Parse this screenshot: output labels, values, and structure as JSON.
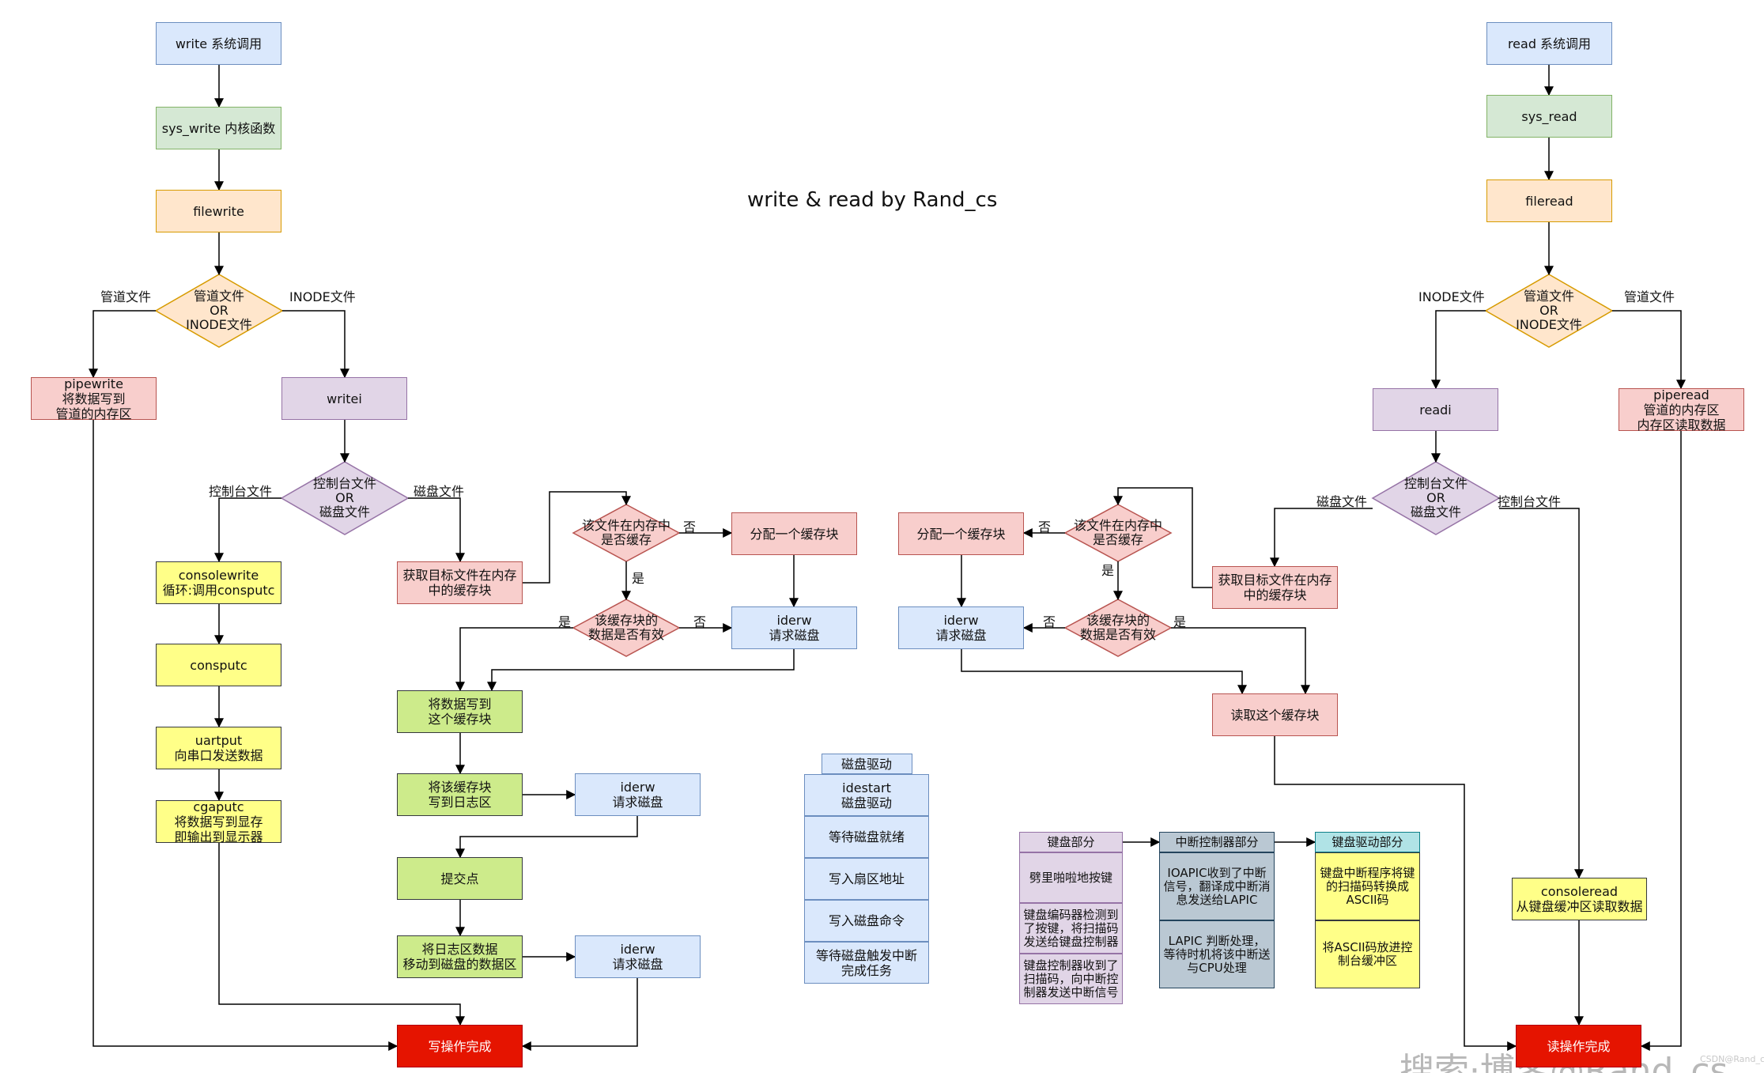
{
  "title": "write & read by Rand_cs",
  "colors": {
    "blue": "#dae8fc",
    "blue_border": "#6c8ebf",
    "green": "#d5e8d4",
    "green_border": "#82b366",
    "orange": "#ffe6cc",
    "orange_border": "#d79b00",
    "red": "#f8cecc",
    "red_border": "#b85450",
    "purple": "#e1d5e7",
    "purple_border": "#9673a6",
    "yellow": "#ffff88",
    "yellow_border": "#36393d",
    "lime": "#cdeb8b",
    "lime_border": "#36393d",
    "done": "#e51400",
    "done_border": "#b20000",
    "gray": "#bac8d3",
    "gray_border": "#23445d",
    "cyan": "#b0e3e6",
    "cyan_border": "#0e8088"
  },
  "nodes": {
    "write_syscall": "write 系统调用",
    "sys_write": "sys_write 内核函数",
    "filewrite": "filewrite",
    "w_type_decision": "管道文件\nOR\nINODE文件",
    "pipewrite": "pipewrite\n将数据写到\n管道的内存区",
    "writei": "writei",
    "w_dev_decision": "控制台文件\nOR\n磁盘文件",
    "consolewrite": "consolewrite\n循环:调用consputc",
    "consputc": "consputc",
    "uartput": "uartput\n向串口发送数据",
    "cgaputc": "cgaputc\n将数据写到显存\n即输出到显示器",
    "w_get_buf": "获取目标文件在内存\n中的缓存块",
    "w_cached_decision": "该文件在内存中\n是否缓存",
    "w_alloc_buf": "分配一个缓存块",
    "w_valid_decision": "该缓存块的\n数据是否有效",
    "w_iderw1": "iderw\n请求磁盘",
    "w_write_buf": "将数据写到\n这个缓存块",
    "w_write_log": "将该缓存块\n写到日志区",
    "w_iderw2": "iderw\n请求磁盘",
    "commit": "提交点",
    "w_move_log": "将日志区数据\n移动到磁盘的数据区",
    "w_iderw3": "iderw\n请求磁盘",
    "write_done": "写操作完成",
    "read_syscall": "read 系统调用",
    "sys_read": "sys_read",
    "fileread": "fileread",
    "r_type_decision": "管道文件\nOR\nINODE文件",
    "readi": "readi",
    "piperead": "piperead\n管道的内存区\n内存区读取数据",
    "r_dev_decision": "控制台文件\nOR\n磁盘文件",
    "r_get_buf": "获取目标文件在内存\n中的缓存块",
    "r_cached_decision": "该文件在内存中\n是否缓存",
    "r_alloc_buf": "分配一个缓存块",
    "r_valid_decision": "该缓存块的\n数据是否有效",
    "r_iderw": "iderw\n请求磁盘",
    "r_read_buf": "读取这个缓存块",
    "consoleread": "consoleread\n从键盘缓冲区读取数据",
    "read_done": "读操作完成"
  },
  "edge_labels": {
    "w_pipe": "管道文件",
    "w_inode": "INODE文件",
    "w_console": "控制台文件",
    "w_disk": "磁盘文件",
    "w_cached_no": "否",
    "w_cached_yes": "是",
    "w_valid_yes": "是",
    "w_valid_no": "否",
    "r_inode": "INODE文件",
    "r_pipe": "管道文件",
    "r_disk": "磁盘文件",
    "r_console": "控制台文件",
    "r_cached_no": "否",
    "r_cached_yes": "是",
    "r_valid_no": "否",
    "r_valid_yes": "是"
  },
  "disk_driver": {
    "header": "磁盘驱动",
    "items": [
      "idestart\n磁盘驱动",
      "等待磁盘就绪",
      "写入扇区地址",
      "写入磁盘命令",
      "等待磁盘触发中断\n完成任务"
    ]
  },
  "keyboard": {
    "header": "键盘部分",
    "items": [
      "劈里啪啦地按键",
      "键盘编码器检测到\n了按键，将扫描码\n发送给键盘控制器",
      "键盘控制器收到了\n扫描码，向中断控\n制器发送中断信号"
    ]
  },
  "interrupt": {
    "header": "中断控制器部分",
    "items": [
      "IOAPIC收到了中断\n信号，翻译成中断消\n息发送给LAPIC",
      "LAPIC 判断处理，\n等待时机将该中断送\n与CPU处理"
    ]
  },
  "kbd_driver": {
    "header": "键盘驱动部分",
    "items": [
      "键盘中断程序将键\n的扫描码转换成\nASCII码",
      "将ASCII码放进控\n制台缓冲区"
    ]
  },
  "watermark": {
    "big": "搜索·博客@Rand_cs",
    "small": "CSDN@Rand_cs"
  }
}
